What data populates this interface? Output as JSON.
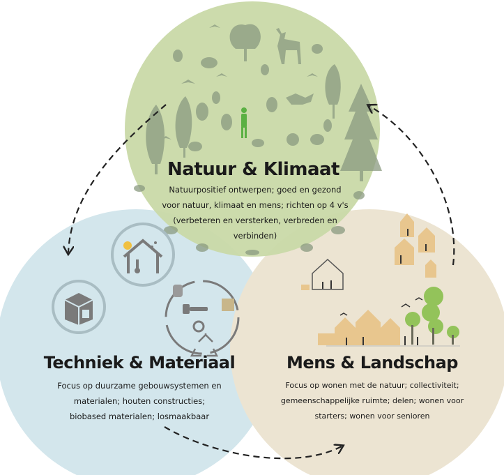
{
  "colors": {
    "nature_circle": "#c9d9a8",
    "technique_circle": "#d3e6ec",
    "people_circle": "#ece4d2",
    "silhouette": "#8a9a80",
    "human_figure": "#5bb043",
    "wood": "#e8c68e",
    "tree_green": "#93c35a",
    "icon_grey": "#7a7a7a"
  },
  "nature": {
    "title": "Natuur & Klimaat",
    "lines": [
      "Natuurpositief ontwerpen; goed en gezond",
      "voor natuur, klimaat en mens; richten op 4 v's",
      "(verbeteren en versterken, verbreden en",
      "verbinden)"
    ]
  },
  "technique": {
    "title": "Techniek & Materiaal",
    "lines": [
      "Focus op duurzame gebouwsystemen en",
      "materialen; houten constructies;",
      "biobased materialen; losmaakbaar"
    ],
    "icons": [
      "house-climate-icon",
      "modular-block-icon",
      "circular-materials-icon",
      "recycle-icon"
    ]
  },
  "people": {
    "title": "Mens & Landschap",
    "lines": [
      "Focus op wonen met de natuur; collectiviteit;",
      "gemeenschappelijke ruimte; delen; wonen voor",
      "starters; wonen voor senioren"
    ]
  }
}
